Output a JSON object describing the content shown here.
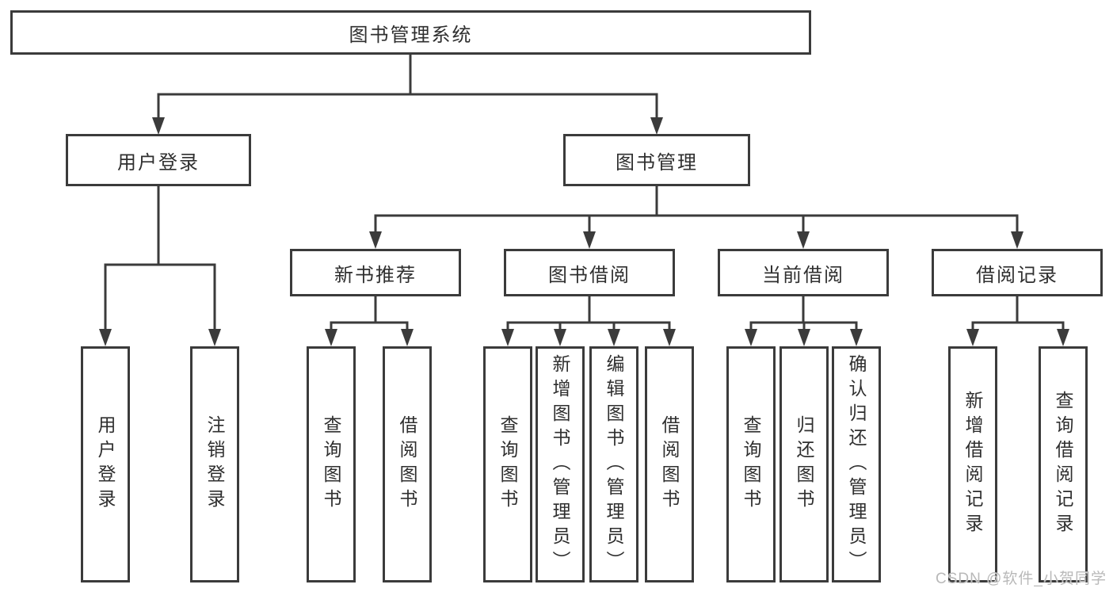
{
  "diagram_title": "图书管理系统",
  "tree": {
    "label": "图书管理系统",
    "children": [
      {
        "label": "用户登录",
        "children": [
          {
            "label": "用户登录"
          },
          {
            "label": "注销登录"
          }
        ]
      },
      {
        "label": "图书管理",
        "children": [
          {
            "label": "新书推荐",
            "children": [
              {
                "label": "查询图书"
              },
              {
                "label": "借阅图书"
              }
            ]
          },
          {
            "label": "图书借阅",
            "children": [
              {
                "label": "查询图书"
              },
              {
                "label": "新增图书（管理员）"
              },
              {
                "label": "编辑图书（管理员）"
              },
              {
                "label": "借阅图书"
              }
            ]
          },
          {
            "label": "当前借阅",
            "children": [
              {
                "label": "查询图书"
              },
              {
                "label": "归还图书"
              },
              {
                "label": "确认归还（管理员）"
              }
            ]
          },
          {
            "label": "借阅记录",
            "children": [
              {
                "label": "新增借阅记录"
              },
              {
                "label": "查询借阅记录"
              }
            ]
          }
        ]
      }
    ]
  },
  "watermark": {
    "text": "CSDN @软件_小贺同学"
  },
  "colors": {
    "line": "#3b3b3b",
    "box_border": "#3b3b3b",
    "box_fill": "#ffffff",
    "text": "#2f2f2f",
    "watermark": "#b9b9b9",
    "background": "#ffffff"
  }
}
